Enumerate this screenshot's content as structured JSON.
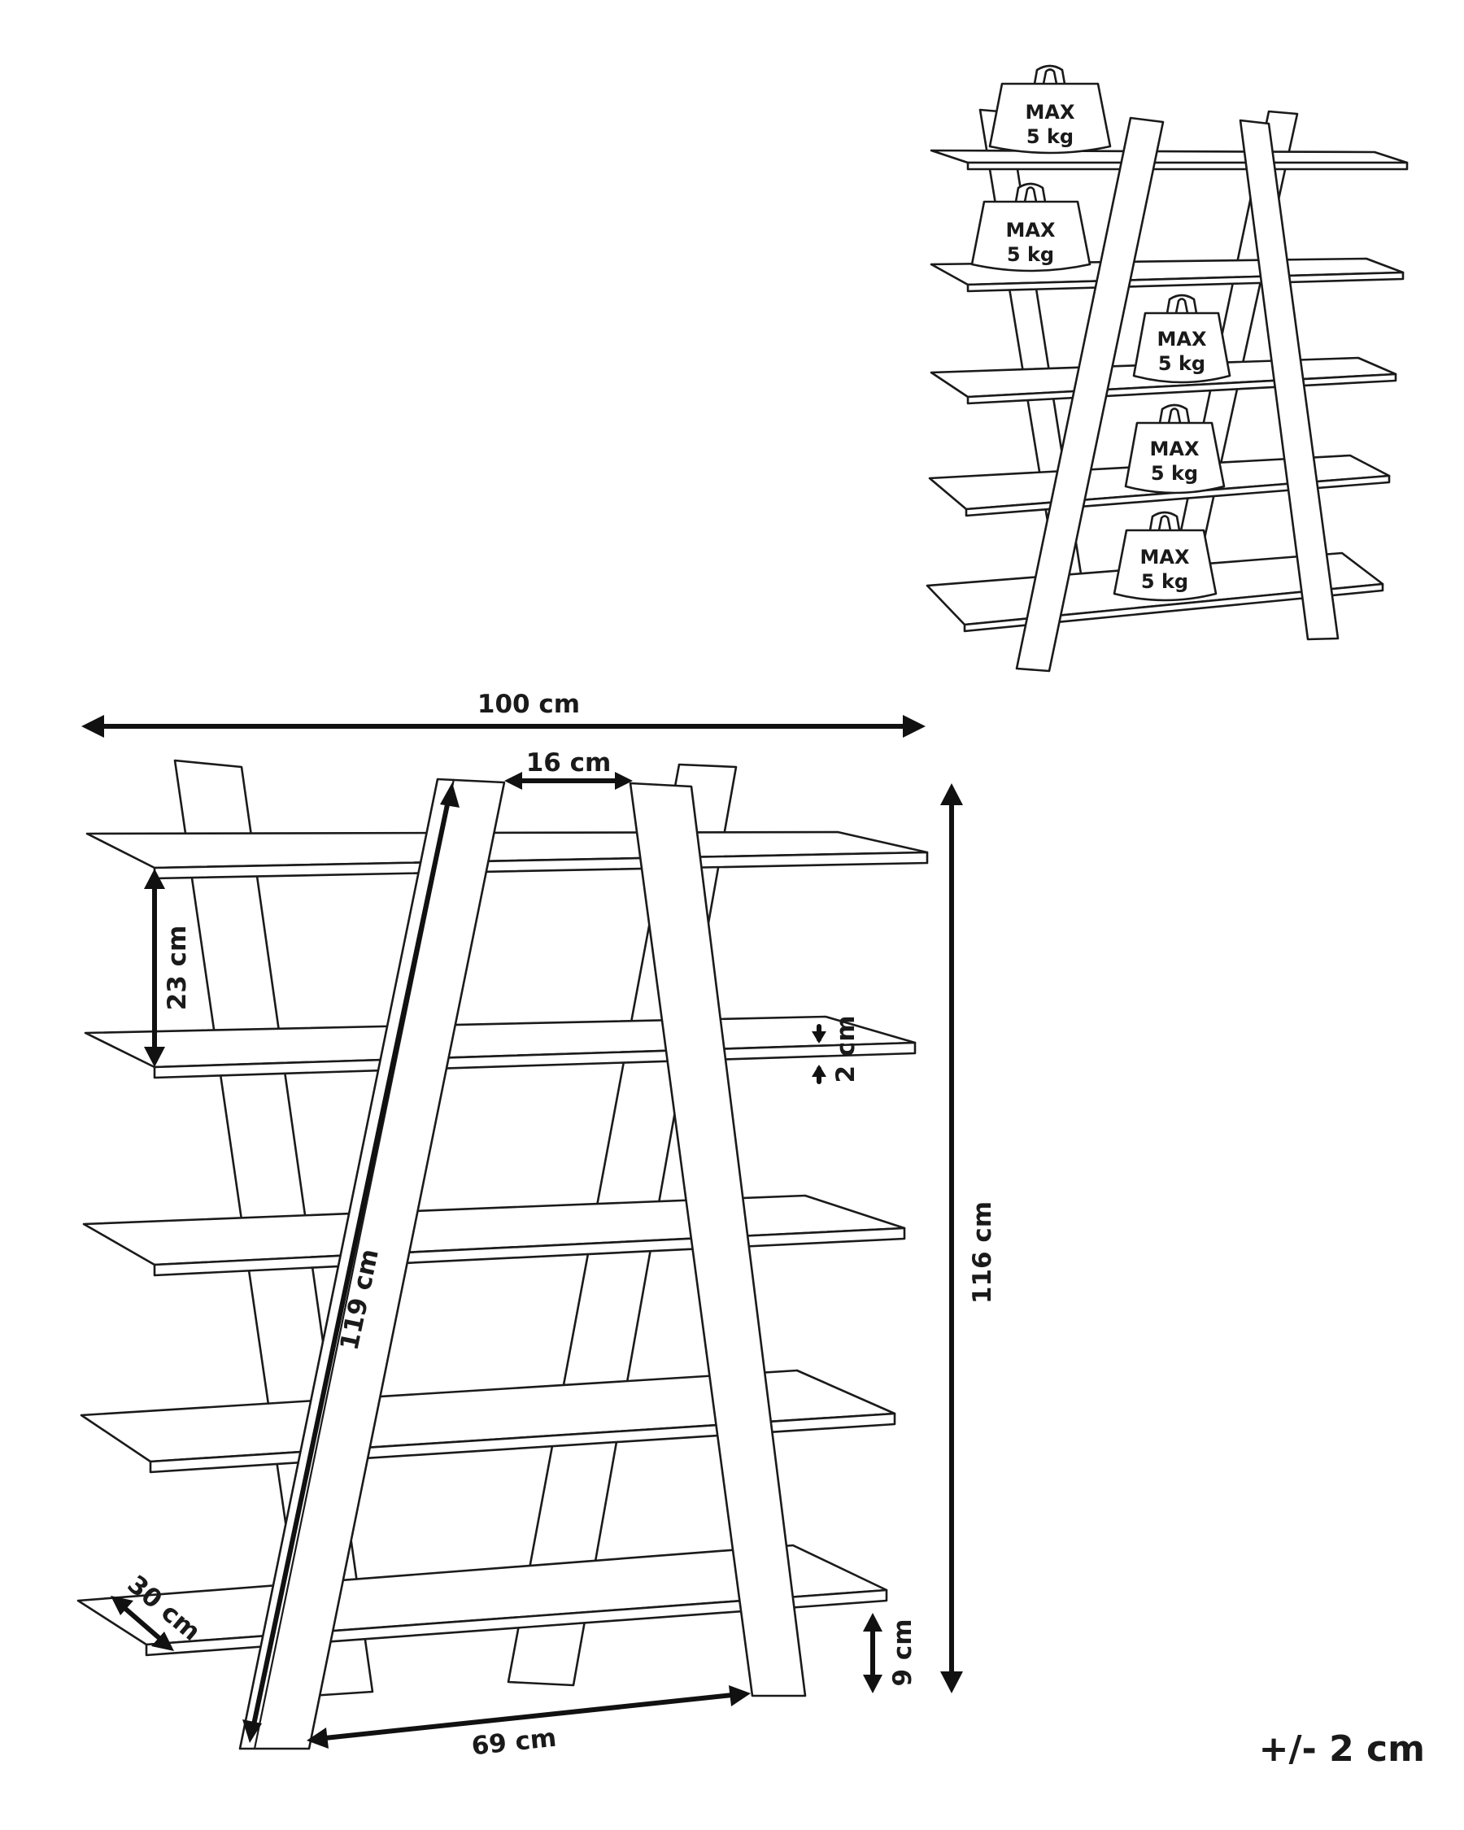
{
  "diagram": {
    "dimensions": {
      "width": "100 cm",
      "height": "116 cm",
      "top_gap": "16 cm",
      "shelf_spacing": "23 cm",
      "shelf_thickness": "2 cm",
      "leg_length": "119 cm",
      "depth": "30 cm",
      "bottom_clearance": "9 cm",
      "base_width": "69 cm"
    },
    "tolerance": "+/- 2 cm",
    "load_labels": [
      {
        "line1": "MAX",
        "line2": "5 kg"
      },
      {
        "line1": "MAX",
        "line2": "5 kg"
      },
      {
        "line1": "MAX",
        "line2": "5 kg"
      },
      {
        "line1": "MAX",
        "line2": "5 kg"
      },
      {
        "line1": "MAX",
        "line2": "5 kg"
      }
    ],
    "shelf_count": 5,
    "colors": {
      "line": "#1a1a1a",
      "background": "#ffffff"
    }
  }
}
